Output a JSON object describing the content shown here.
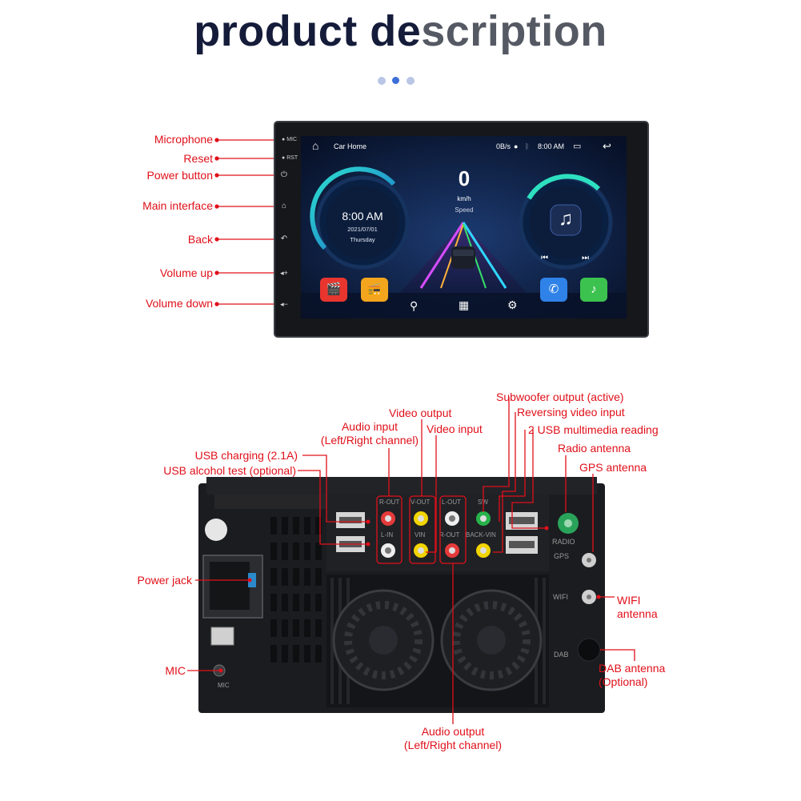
{
  "title": {
    "part1": "product de",
    "part2": "scription"
  },
  "carousel": {
    "count": 3,
    "active_index": 1
  },
  "front_labels": {
    "microphone": "Microphone",
    "reset": "Reset",
    "power_button": "Power button",
    "main_interface": "Main interface",
    "back": "Back",
    "volume_up": "Volume up",
    "volume_down": "Volume down"
  },
  "bezel": {
    "mic": "MIC",
    "rst": "RST"
  },
  "screen": {
    "car_home": "Car Home",
    "speed_rate": "0B/s",
    "clock": "8:00 AM",
    "speed_value": "0",
    "speed_unit": "km/h",
    "speed_label": "Speed",
    "widget_time": "8:00 AM",
    "widget_date": "2021/07/01",
    "widget_day": "Thursday",
    "apps_left": [
      {
        "icon": "clapper-icon",
        "color": "#e8362f"
      },
      {
        "icon": "radio-icon",
        "color": "#f2a51d"
      }
    ],
    "apps_right": [
      {
        "icon": "phone-icon",
        "color": "#2f82e8"
      },
      {
        "icon": "music-note-icon",
        "color": "#3cc24f"
      }
    ]
  },
  "rear_labels": {
    "usb_charging": "USB charging (2.1A)",
    "usb_alcohol": "USB alcohol test (optional)",
    "audio_input_1": "Audio input",
    "audio_input_2": "(Left/Right channel)",
    "video_output": "Video output",
    "video_input": "Video input",
    "subwoofer": "Subwoofer output (active)",
    "reversing": "Reversing video input",
    "usb_multimedia": "2 USB multimedia reading",
    "radio_antenna": "Radio antenna",
    "gps_antenna": "GPS antenna",
    "power_jack": "Power jack",
    "wifi_antenna_1": "WIFI",
    "wifi_antenna_2": "antenna",
    "mic": "MIC",
    "dab_1": "DAB antenna",
    "dab_2": "(Optional)",
    "audio_output_1": "Audio output",
    "audio_output_2": "(Left/Right channel)"
  },
  "port_labels": {
    "rout": "R-OUT",
    "vout": "V-OUT",
    "lout": "L-OUT",
    "sw": "SW",
    "lin": "L-IN",
    "vin": "VIN",
    "rout2": "R-OUT",
    "backvin": "BACK-VIN",
    "radio": "RADIO",
    "gps": "GPS",
    "wifi": "WIFI",
    "dab": "DAB",
    "mic": "MIC"
  },
  "colors": {
    "label_red": "#e0101a",
    "title_navy": "#151c3a"
  }
}
